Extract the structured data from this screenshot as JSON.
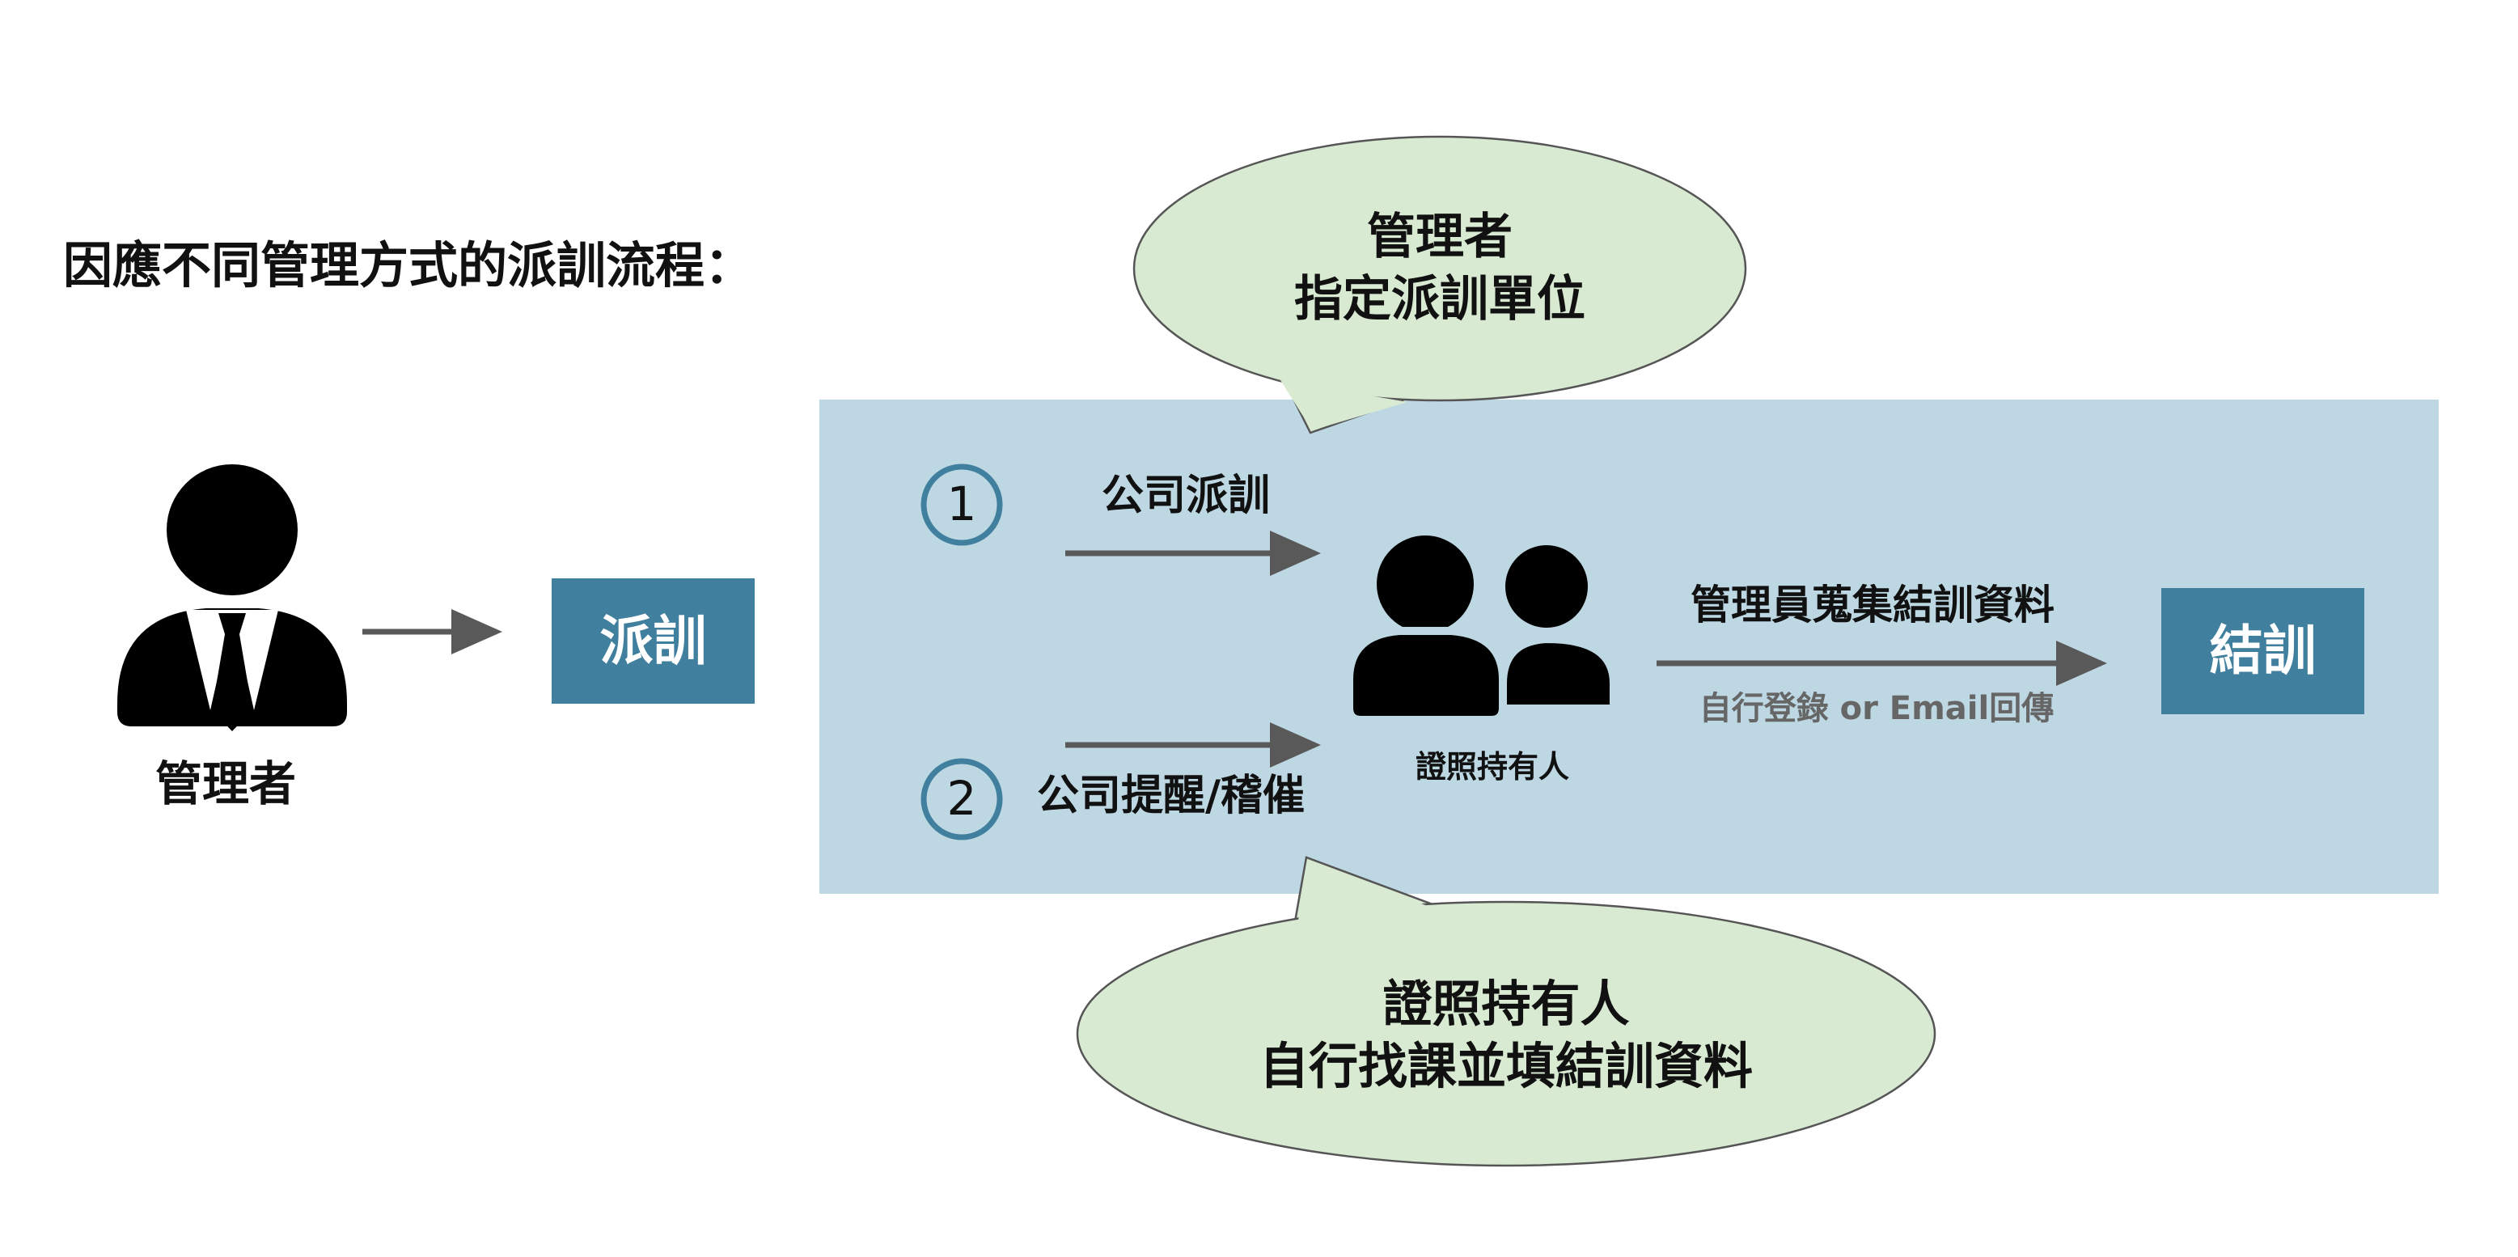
{
  "title": "因應不同管理方式的派訓流程：",
  "manager_label": "管理者",
  "dispatch_box": "派訓",
  "completion_box": "結訓",
  "route1": {
    "number": "1",
    "label": "公司派訓"
  },
  "route2": {
    "number": "2",
    "label": "公司提醒/稽催"
  },
  "holders_label": "證照持有人",
  "collect_label": "管理員蒐集結訓資料",
  "collect_sub": "自行登錄 or Email回傳",
  "bubble_top": {
    "line1": "管理者",
    "line2": "指定派訓單位"
  },
  "bubble_bottom": {
    "line1": "證照持有人",
    "line2": "自行找課並填結訓資料"
  },
  "colors": {
    "panel": "#bdd7e3",
    "box": "#417f9e",
    "bubble": "#d9ead3",
    "arrow": "#595959",
    "circle": "#417f9e",
    "icon": "#000000"
  },
  "icons": [
    "manager-icon",
    "people-icon"
  ]
}
